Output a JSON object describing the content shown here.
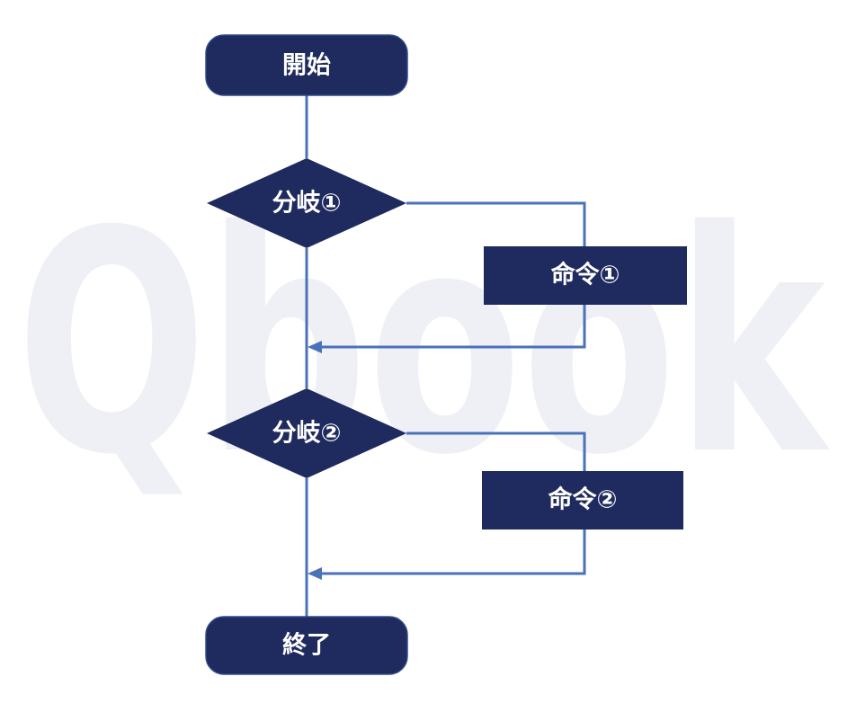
{
  "watermark": {
    "text": "Qbook"
  },
  "colors": {
    "node_fill": "#1f2a5e",
    "connector": "#4a72b8",
    "watermark": "#eef0f5",
    "label": "#ffffff"
  },
  "nodes": {
    "start": {
      "label": "開始"
    },
    "branch1": {
      "label": "分岐①"
    },
    "command1": {
      "label": "命令①"
    },
    "branch2": {
      "label": "分岐②"
    },
    "command2": {
      "label": "命令②"
    },
    "end": {
      "label": "終了"
    }
  }
}
